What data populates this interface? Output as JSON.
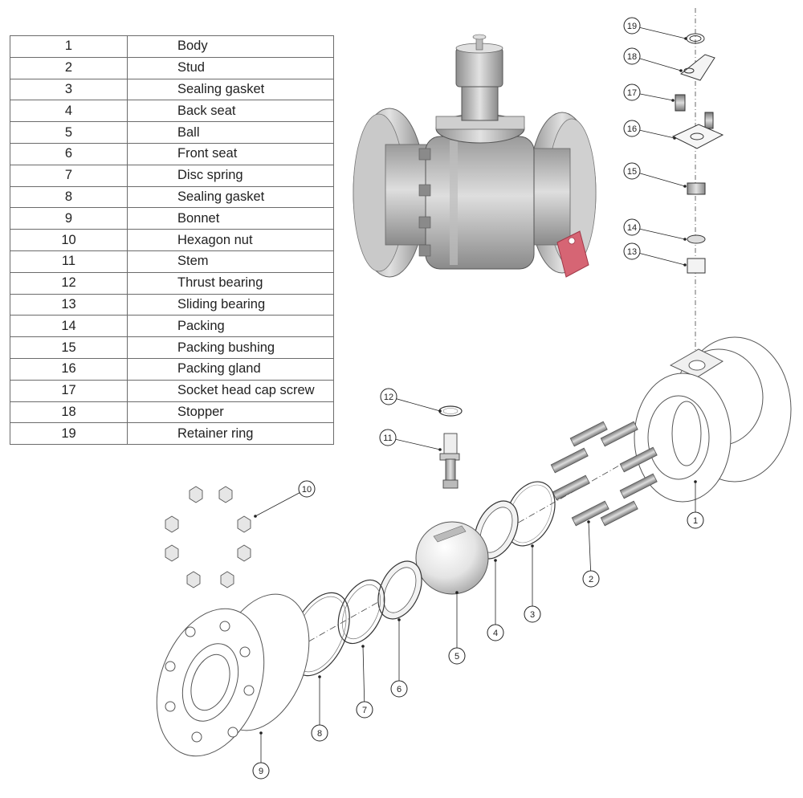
{
  "parts": [
    {
      "no": "1",
      "name": "Body"
    },
    {
      "no": "2",
      "name": "Stud"
    },
    {
      "no": "3",
      "name": "Sealing gasket"
    },
    {
      "no": "4",
      "name": "Back seat"
    },
    {
      "no": "5",
      "name": "Ball"
    },
    {
      "no": "6",
      "name": "Front seat"
    },
    {
      "no": "7",
      "name": "Disc spring"
    },
    {
      "no": "8",
      "name": "Sealing  gasket"
    },
    {
      "no": "9",
      "name": "Bonnet"
    },
    {
      "no": "10",
      "name": "Hexagon nut"
    },
    {
      "no": "11",
      "name": "Stem"
    },
    {
      "no": "12",
      "name": "Thrust bearing"
    },
    {
      "no": "13",
      "name": "Sliding bearing"
    },
    {
      "no": "14",
      "name": "Packing"
    },
    {
      "no": "15",
      "name": "Packing bushing"
    },
    {
      "no": "16",
      "name": "Packing gland"
    },
    {
      "no": "17",
      "name": "Socket head cap screw"
    },
    {
      "no": "18",
      "name": "Stopper"
    },
    {
      "no": "19",
      "name": "Retainer ring"
    }
  ],
  "callouts": [
    "1",
    "2",
    "3",
    "4",
    "5",
    "6",
    "7",
    "8",
    "9",
    "10",
    "11",
    "12",
    "13",
    "14",
    "15",
    "16",
    "17",
    "18",
    "19"
  ]
}
